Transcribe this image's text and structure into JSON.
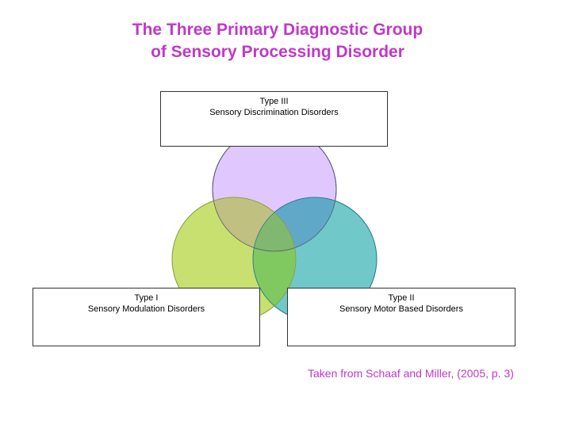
{
  "title": {
    "line1": "The Three Primary Diagnostic Group",
    "line2": "of Sensory Processing Disorder"
  },
  "groups": [
    {
      "type_label": "Type III",
      "name": "Sensory Discrimination Disorders",
      "color": "#e0c8ff"
    },
    {
      "type_label": "Type I",
      "name": "Sensory Modulation Disorders",
      "color": "#c8e070"
    },
    {
      "type_label": "Type II",
      "name": "Sensory Motor Based Disorders",
      "color": "#70c8c8"
    }
  ],
  "citation": "Taken from Schaaf and Miller, (2005, p. 3)",
  "colors": {
    "title": "#c038c8",
    "citation": "#c038c8",
    "overlap_top_left": "#c0c080",
    "overlap_top_right": "#60a8c8",
    "overlap_bottom": "#80c860",
    "overlap_center": "#80b870"
  }
}
